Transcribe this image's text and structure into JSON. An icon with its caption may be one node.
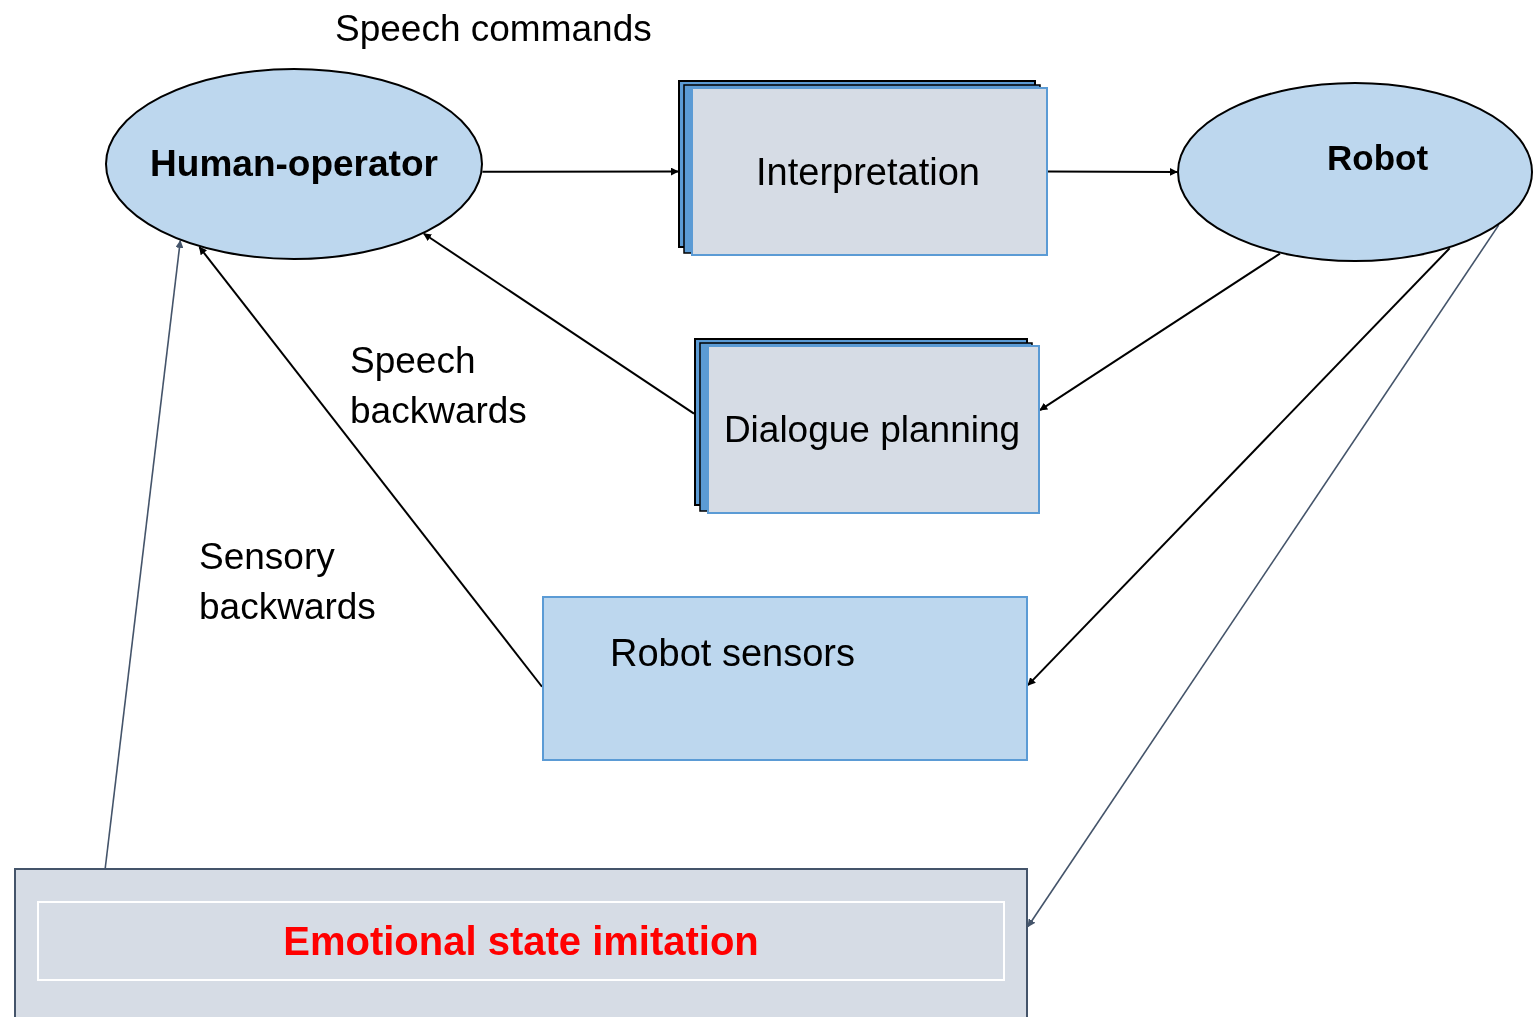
{
  "diagram": {
    "nodes": [
      {
        "text": [
          "Human-operator"
        ]
      },
      {
        "text": [
          "Interpretation"
        ]
      },
      {
        "text": [
          "Robot"
        ]
      },
      {
        "text": [
          "Dialogue planning"
        ]
      },
      {
        "text": [
          "Robot sensors"
        ]
      },
      {
        "text": [
          "Emotional state imitation"
        ]
      }
    ],
    "edges": [
      {
        "from": 0,
        "to": 1,
        "arrow": "to"
      },
      {
        "from": 1,
        "to": 2,
        "arrow": "to"
      },
      {
        "from": 2,
        "to": 3,
        "arrow": "to"
      },
      {
        "from": 3,
        "to": 0,
        "arrow": "to"
      },
      {
        "from": 2,
        "to": 4,
        "arrow": "to"
      },
      {
        "from": 4,
        "to": 0,
        "arrow": "to"
      },
      {
        "from": 2,
        "to": 5,
        "arrow": "to",
        "color": "#44546a"
      },
      {
        "from": 5,
        "to": 0,
        "arrow": "to",
        "color": "#44546a"
      }
    ],
    "labels": [
      "Speech commands",
      "Speech backwards",
      "Sensory backwards"
    ]
  }
}
